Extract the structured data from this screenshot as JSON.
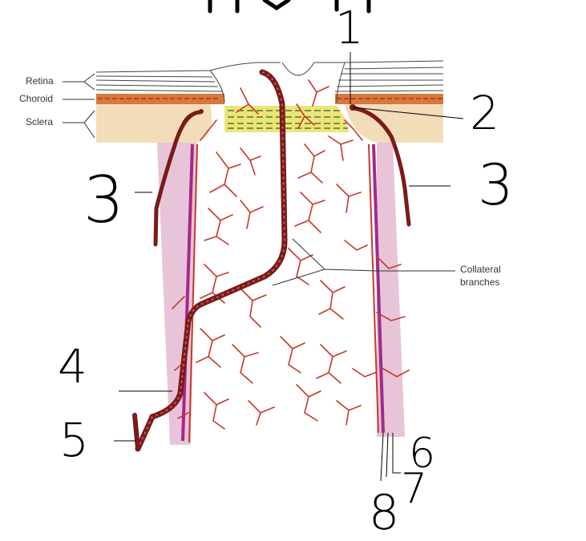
{
  "labels": {
    "retina": "Retina",
    "choroid": "Choroid",
    "sclera": "Sclera",
    "collateral_line1": "Collateral",
    "collateral_line2": "branches"
  },
  "handwritten_numbers": [
    "1",
    "2",
    "3",
    "3",
    "4",
    "5",
    "6",
    "7",
    "8"
  ],
  "colors": {
    "sclera": "#f3dcb8",
    "choroid": "#d9783a",
    "retina_lines": "#444444",
    "vessel": "#7a1a1a",
    "capillary": "#c9382b",
    "sheath": "#e8c4d8",
    "pia": "#a12a8a",
    "lamina": "#e8e060"
  }
}
